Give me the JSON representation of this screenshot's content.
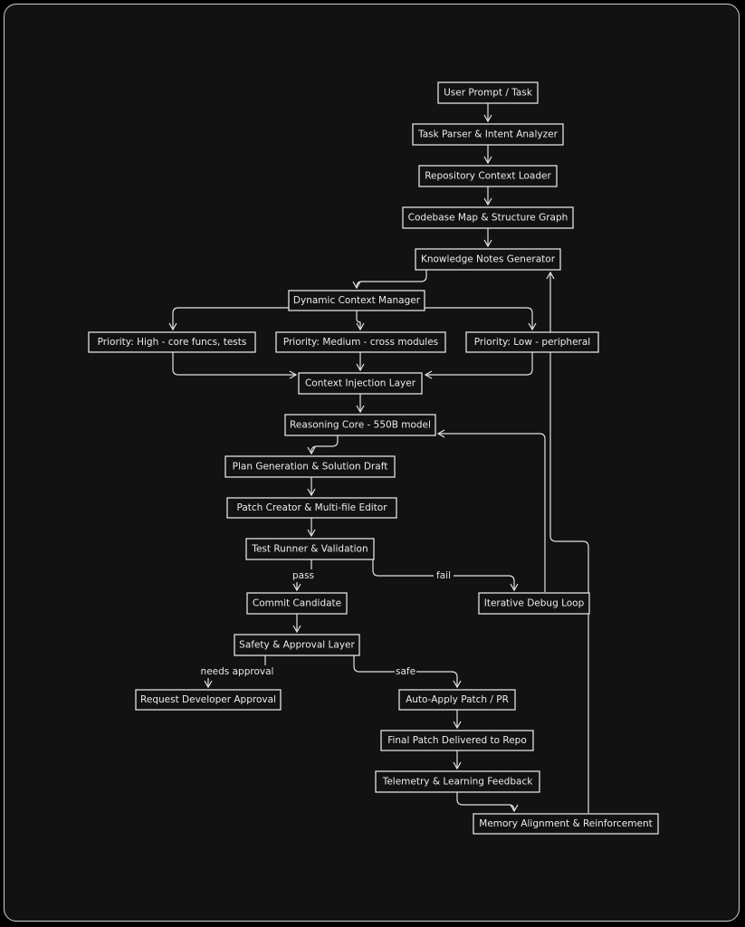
{
  "nodes": {
    "user_prompt": "User Prompt / Task",
    "task_parser": "Task Parser & Intent Analyzer",
    "repo_loader": "Repository Context Loader",
    "codebase_map": "Codebase Map & Structure Graph",
    "knowledge_notes": "Knowledge Notes Generator",
    "dynamic_context": "Dynamic Context Manager",
    "priority_high": "Priority: High - core funcs, tests",
    "priority_medium": "Priority: Medium - cross modules",
    "priority_low": "Priority: Low - peripheral",
    "context_injection": "Context Injection Layer",
    "reasoning_core": "Reasoning Core - 550B model",
    "plan_generation": "Plan Generation & Solution Draft",
    "patch_creator": "Patch Creator & Multi-file Editor",
    "test_runner": "Test Runner & Validation",
    "commit_candidate": "Commit Candidate",
    "iterative_debug": "Iterative Debug Loop",
    "safety_approval": "Safety & Approval Layer",
    "request_approval": "Request Developer Approval",
    "auto_apply": "Auto-Apply Patch / PR",
    "final_patch": "Final Patch Delivered to Repo",
    "telemetry": "Telemetry & Learning Feedback",
    "memory_alignment": "Memory Alignment & Reinforcement"
  },
  "edge_labels": {
    "pass": "pass",
    "fail": "fail",
    "needs_approval": "needs approval",
    "safe": "safe"
  },
  "colors": {
    "background": "#121212",
    "outer": "#000000",
    "stroke": "#e2e2e2",
    "text": "#ececec"
  }
}
